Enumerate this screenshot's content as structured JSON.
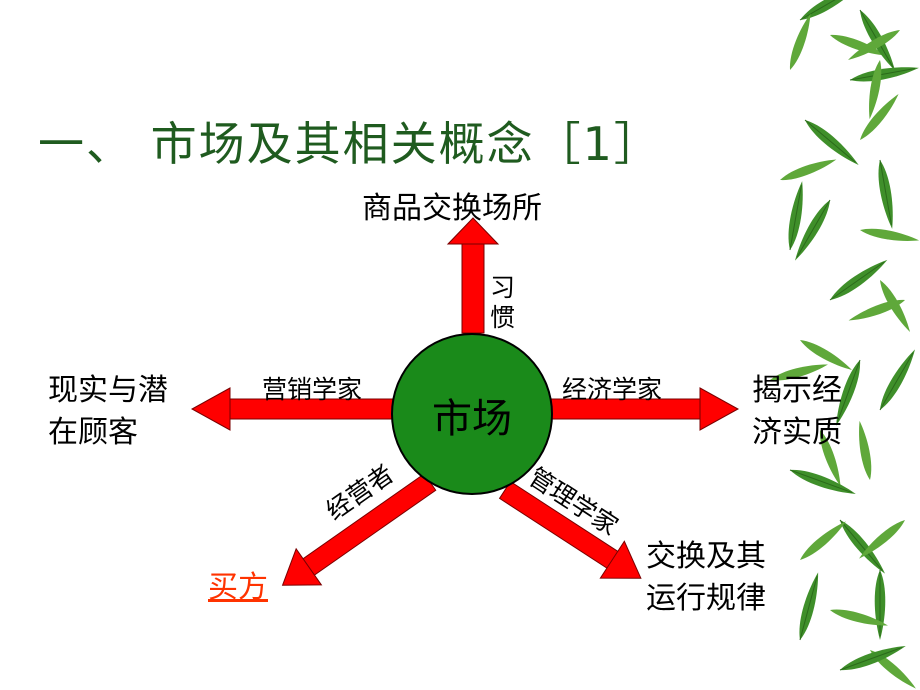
{
  "title": "一、 市场及其相关概念［1］",
  "center": "市场",
  "nodes": {
    "top": "商品交换场所",
    "left_line1": "现实与潜",
    "left_line2": "在顾客",
    "right_line1": "揭示经",
    "right_line2": "济实质",
    "lower_right_line1": "交换及其",
    "lower_right_line2": "运行规律",
    "lower_left": "买方"
  },
  "edges": {
    "top_line1": "习",
    "top_line2": "惯",
    "left": "营销学家",
    "right": "经济学家",
    "lower_left": "经营者",
    "lower_right": "管理学家"
  },
  "colors": {
    "title": "#1f5b1f",
    "arrow": "#ff0000",
    "circle": "#1a8a1a",
    "link": "#ff3300",
    "bamboo": "#3f8f2a"
  }
}
